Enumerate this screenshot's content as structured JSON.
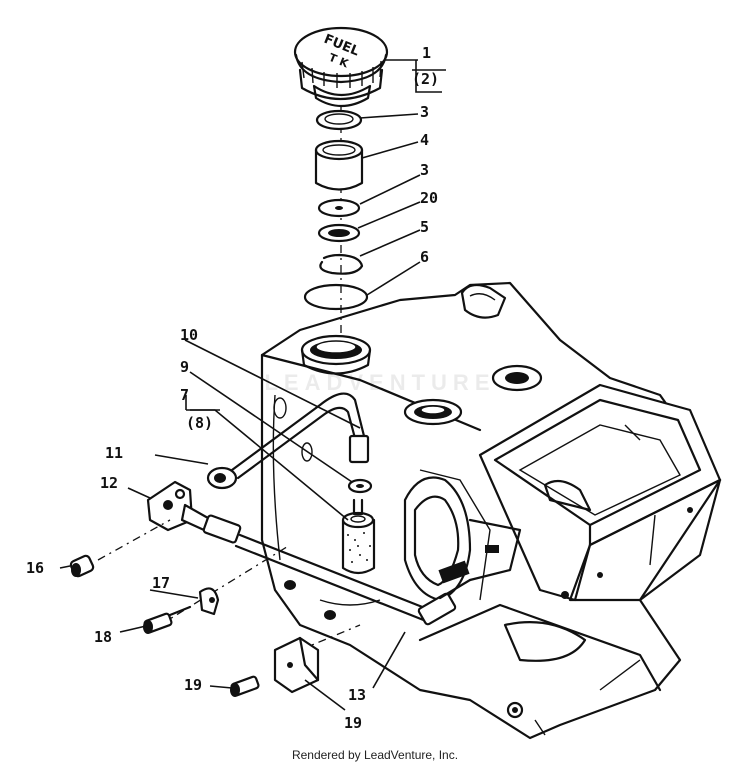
{
  "cap_text": {
    "line1": "FUEL",
    "line2": "T K"
  },
  "watermark": "LEADVENTURE",
  "callouts": [
    {
      "id": "1",
      "text": "1"
    },
    {
      "id": "1b",
      "text": "(2)"
    },
    {
      "id": "3a",
      "text": "3"
    },
    {
      "id": "4",
      "text": "4"
    },
    {
      "id": "3b",
      "text": "3"
    },
    {
      "id": "20",
      "text": "20"
    },
    {
      "id": "5",
      "text": "5"
    },
    {
      "id": "6",
      "text": "6"
    },
    {
      "id": "10",
      "text": "10"
    },
    {
      "id": "9",
      "text": "9"
    },
    {
      "id": "7",
      "text": "7"
    },
    {
      "id": "7b",
      "text": "(8)"
    },
    {
      "id": "11",
      "text": "11"
    },
    {
      "id": "12",
      "text": "12"
    },
    {
      "id": "16",
      "text": "16"
    },
    {
      "id": "17",
      "text": "17"
    },
    {
      "id": "18",
      "text": "18"
    },
    {
      "id": "19",
      "text": "19"
    },
    {
      "id": "13",
      "text": "13"
    },
    {
      "id": "19b",
      "text": "19"
    }
  ],
  "footer": "Rendered by LeadVenture, Inc."
}
